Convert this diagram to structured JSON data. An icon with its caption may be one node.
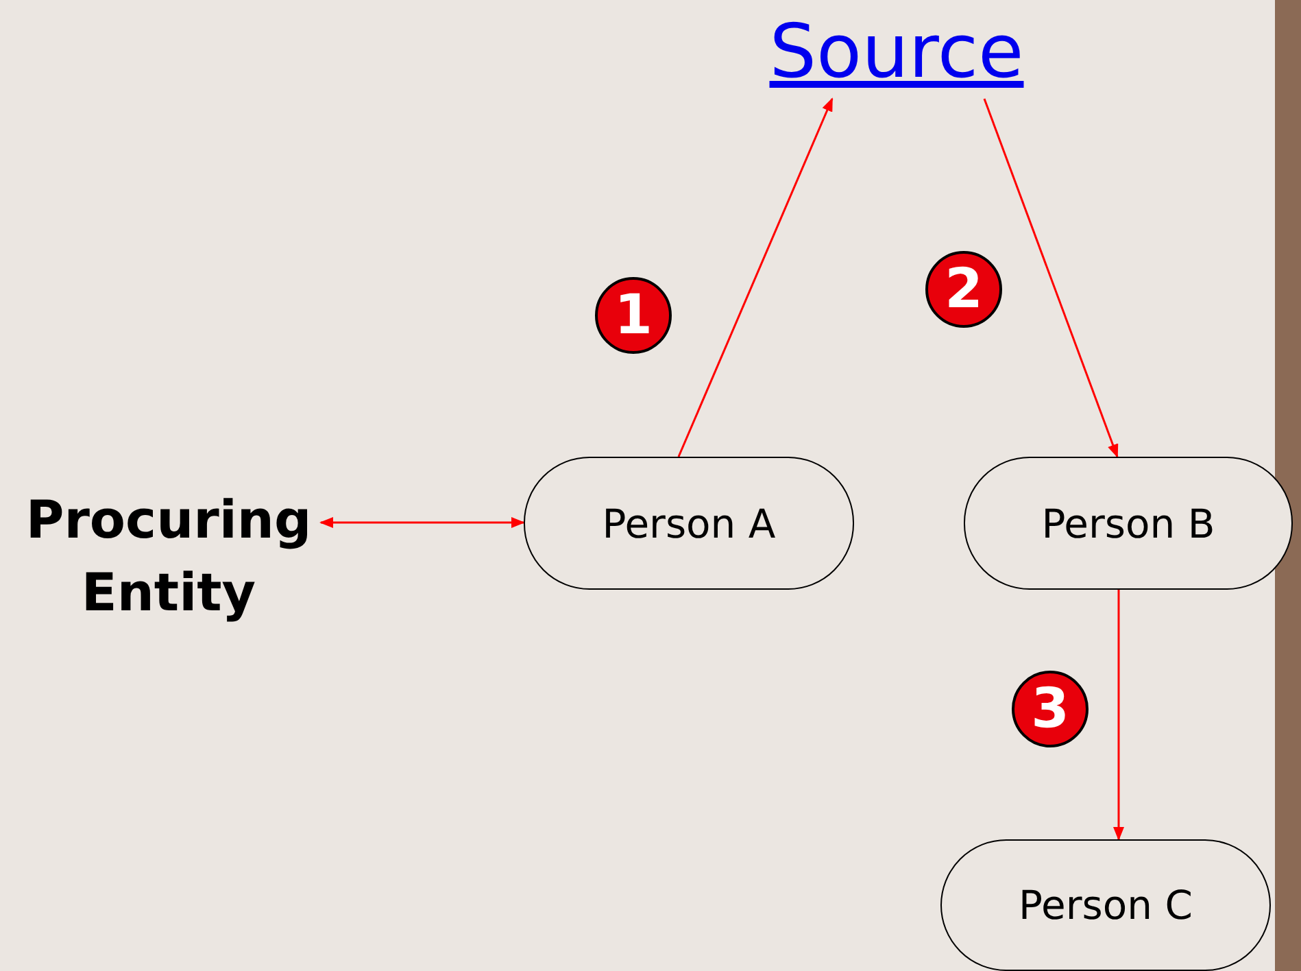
{
  "diagram": {
    "nodes": [
      {
        "text": [
          "Source"
        ]
      },
      {
        "text": [
          "Procuring Entity"
        ]
      },
      {
        "text": [
          "Person A"
        ]
      },
      {
        "text": [
          "Person B"
        ]
      },
      {
        "text": [
          "Person C"
        ]
      }
    ],
    "edges": [
      {
        "from": 2,
        "to": 0,
        "arrow": "to"
      },
      {
        "from": 0,
        "to": 3,
        "arrow": "to"
      },
      {
        "from": 1,
        "to": 2,
        "arrow": "both"
      },
      {
        "from": 3,
        "to": 4,
        "arrow": "to"
      }
    ],
    "labels": [
      "1",
      "2",
      "3"
    ]
  }
}
